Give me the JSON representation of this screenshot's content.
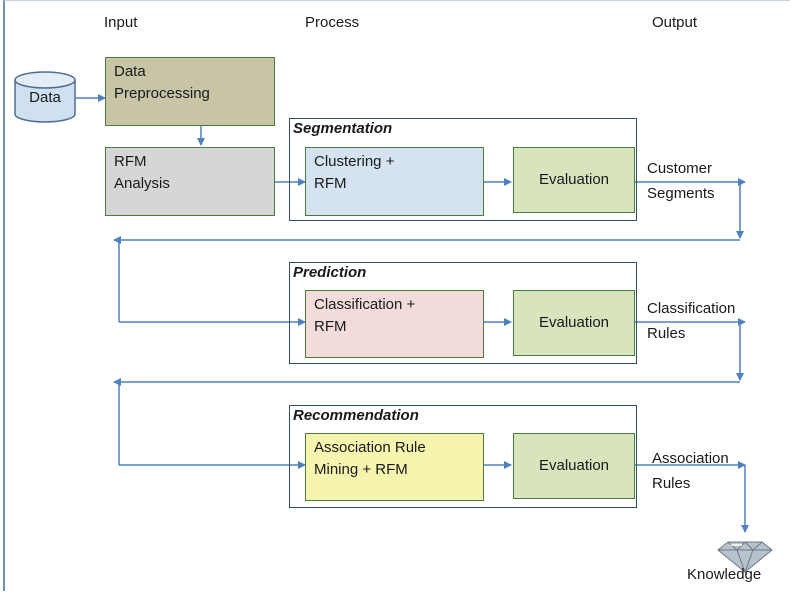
{
  "headers": {
    "input": "Input",
    "process": "Process",
    "output": "Output"
  },
  "data_source": {
    "label": "Data",
    "icon": "database-cylinder-icon"
  },
  "preprocessing": {
    "line1": "Data",
    "line2": "Preprocessing",
    "color": "#c8c4a6"
  },
  "rfm_analysis": {
    "line1": "RFM",
    "line2": "Analysis",
    "color": "#d6d6d6"
  },
  "stages": [
    {
      "title": "Segmentation",
      "method_line1": "Clustering  +",
      "method_line2": "RFM",
      "method_color": "#d5e3f0",
      "evaluation": "Evaluation",
      "output_line1": "Customer",
      "output_line2": "Segments"
    },
    {
      "title": "Prediction",
      "method_line1": "Classification +",
      "method_line2": "RFM",
      "method_color": "#f2dcdb",
      "evaluation": "Evaluation",
      "output_line1": "Classification",
      "output_line2": "Rules"
    },
    {
      "title": "Recommendation",
      "method_line1": "Association Rule",
      "method_line2": "Mining + RFM",
      "method_color": "#f5f5b0",
      "evaluation": "Evaluation",
      "output_line1": "Association",
      "output_line2": "Rules"
    }
  ],
  "evaluation_color": "#d7e4bd",
  "knowledge": {
    "label": "Knowledge",
    "icon": "diamond-icon"
  },
  "colors": {
    "arrow": "#4f81bd",
    "box_border": "#4a7c3a",
    "stage_border": "#2f4f6f"
  }
}
